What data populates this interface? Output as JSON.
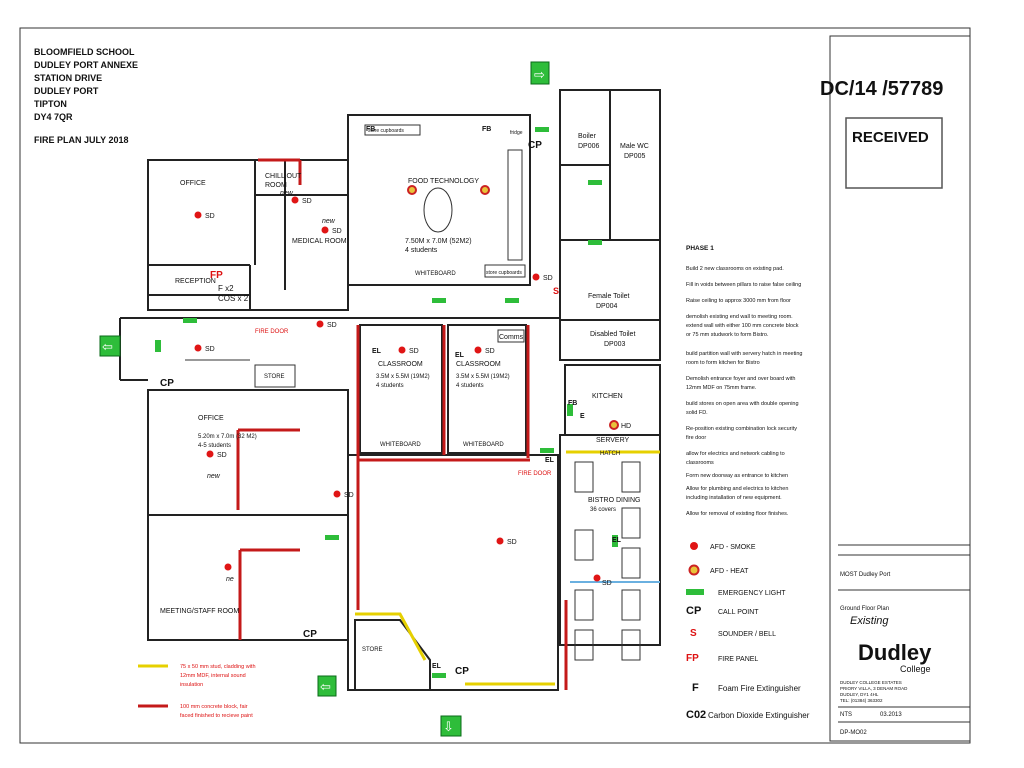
{
  "address": {
    "lines": [
      "BLOOMFIELD SCHOOL",
      "DUDLEY PORT ANNEXE",
      "STATION DRIVE",
      "DUDLEY PORT",
      "TIPTON",
      "DY4 7QR"
    ],
    "plan_date": "FIRE PLAN JULY 2018"
  },
  "stamp": {
    "ref": "DC/14 /57789",
    "received": "RECEIVED"
  },
  "rooms": {
    "office_top": "OFFICE",
    "chill_out_1": "CHILL OUT",
    "chill_out_2": "ROOM",
    "medical_room": "MEDICAL ROOM",
    "reception": "RECEPTION",
    "food_technology": "FOOD TECHNOLOGY",
    "food_tech_size": "7.50M x 7.0M (52M2)",
    "food_tech_students": "4 students",
    "whiteboard": "WHITEBOARD",
    "store_cupboards": "store cupboards",
    "fridge": "fridge",
    "boiler_1": "Boiler",
    "boiler_2": "DP006",
    "male_wc_1": "Male WC",
    "male_wc_2": "DP005",
    "female_toilet_1": "Female Toilet",
    "female_toilet_2": "DP004",
    "disabled_toilet_1": "Disabled Toilet",
    "disabled_toilet_2": "DP003",
    "kitchen": "KITCHEN",
    "servery": "SERVERY",
    "hatch": "HATCH",
    "bistro_dining": "BISTRO DINING",
    "bistro_covers": "36 covers",
    "classroom": "CLASSROOM",
    "classroom_size": "3.5M x 5.5M (19M2)",
    "classroom_students": "4 students",
    "comms": "Comms",
    "store": "STORE",
    "office_mid": "OFFICE",
    "office_mid_size": "5.20m x 7.0m (32 M2)",
    "office_mid_students": "4-5 students",
    "meeting_room": "MEETING/STAFF ROOM",
    "new_label": "new",
    "ne_label": "ne",
    "fire_door": "FIRE DOOR",
    "fp": "FP",
    "f_x2": "F x2",
    "cos_x2": "COS x 2",
    "sd": "SD",
    "hd": "HD",
    "cp": "CP",
    "s": "S",
    "el": "EL",
    "e": "E",
    "fb": "FB"
  },
  "phase": {
    "title": "PHASE 1",
    "items": [
      "Build 2 new classrooms on existing pad.",
      "Fill in voids between pillars to raise false ceiling",
      "Raise ceiling to approx 3000 mm from floor",
      "demolish existing end wall to meeting room.",
      "extend wall with either 100 mm concrete block",
      "or 75 mm studwork to form Bistro.",
      "build partition wall with servery hatch in meeting",
      "room to form kitchen for Bistro",
      "Demolish entrance foyer and over board with",
      "12mm MDF on 75mm frame.",
      "build stores on open area with double opening",
      "solid FD.",
      "Re-position existing combination lock security",
      "fire door",
      "allow for electrics and network cabling to",
      "classrooms",
      "Form new doorway as entrance to kitchen",
      "Allow for plumbing and electrics to kitchen",
      "including installation of new equipment.",
      "Allow for removal of existing floor finishes."
    ]
  },
  "legend": {
    "afd_smoke": "AFD - SMOKE",
    "afd_heat": "AFD - HEAT",
    "emergency_light": "EMERGENCY LIGHT",
    "cp_sym": "CP",
    "call_point": "CALL POINT",
    "s_sym": "S",
    "sounder": "SOUNDER / BELL",
    "fp_sym": "FP",
    "fire_panel": "FIRE PANEL",
    "f_sym": "F",
    "foam": "Foam Fire Extinguisher",
    "co2_sym": "C02",
    "co2": "Carbon Dioxide Extinguisher"
  },
  "notes": {
    "yellow_1": "75 x 50 mm stud, cladding with",
    "yellow_2": "12mm MDF, internal sound",
    "yellow_3": "insulation",
    "red_1": "100 mm concrete block, fair",
    "red_2": "faced finished to recieve paint"
  },
  "title_block": {
    "project": "MOST Dudley Port",
    "drawing": "Ground Floor Plan",
    "existing": "Existing",
    "company": "Dudley",
    "company_sub": "College",
    "addr_1": "DUDLEY COLLEGE ESTATES",
    "addr_2": "PRIORY VILLA, 3 DENAM ROAD",
    "addr_3": "DUDLEY, DY1 4HL",
    "addr_4": "TEL: (01384) 363302",
    "scale": "NTS",
    "date": "03.2013",
    "drawing_no": "DP-MO02"
  },
  "colors": {
    "emergency_light": "#2ebd3a",
    "smoke": "#e01515",
    "heat": "#e8c33a",
    "block_wall": "#c41a1a",
    "stud_wall": "#e6d000"
  }
}
